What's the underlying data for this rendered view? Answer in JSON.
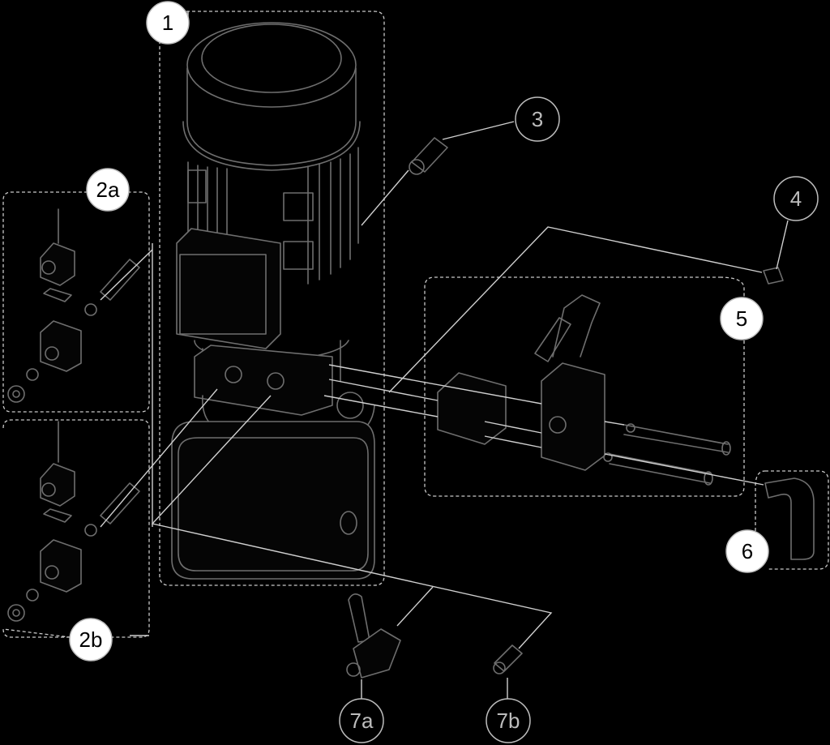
{
  "colors": {
    "background": "#000000",
    "callout_fill_primary": "#ffffff",
    "callout_text_primary": "#000000",
    "callout_outline": "#bdbdbd",
    "callout_text_outline": "#bdbdbd",
    "line_art": "#6e6e6e"
  },
  "callouts": [
    {
      "id": "1",
      "label": "1",
      "style": "filled"
    },
    {
      "id": "2a",
      "label": "2a",
      "style": "filled"
    },
    {
      "id": "2b",
      "label": "2b",
      "style": "filled"
    },
    {
      "id": "3",
      "label": "3",
      "style": "outline"
    },
    {
      "id": "4",
      "label": "4",
      "style": "outline"
    },
    {
      "id": "5",
      "label": "5",
      "style": "filled"
    },
    {
      "id": "6",
      "label": "6",
      "style": "filled"
    },
    {
      "id": "7a",
      "label": "7a",
      "style": "outline"
    },
    {
      "id": "7b",
      "label": "7b",
      "style": "outline"
    }
  ]
}
